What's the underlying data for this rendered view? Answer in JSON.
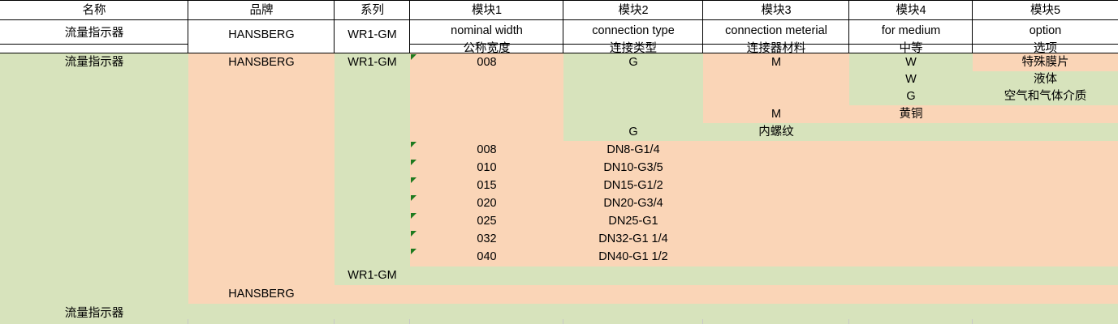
{
  "meta": {
    "app": "spreadsheet",
    "sheet_title": "Flow Indicator Configurator",
    "colors": {
      "green_fill": "#d7e3bc",
      "peach_fill": "#fad5b7",
      "grid_line": "#000000",
      "faint_grid": "#c8c8c8",
      "comment_marker": "#1f7a1f",
      "text": "#000000",
      "background": "#ffffff"
    }
  },
  "header": {
    "row1": [
      {
        "label": "名称"
      },
      {
        "label": "品牌"
      },
      {
        "label": "系列"
      },
      {
        "label": "模块1"
      },
      {
        "label": "模块2"
      },
      {
        "label": "模块3"
      },
      {
        "label": "模块4"
      },
      {
        "label": "模块5"
      }
    ],
    "row2": [
      {
        "label": "流量指示器"
      },
      {
        "label": "HANSBERG"
      },
      {
        "label": "WR1-GM"
      },
      {
        "label": "nominal width"
      },
      {
        "label": "connection type"
      },
      {
        "label": "connection  meterial"
      },
      {
        "label": "for medium"
      },
      {
        "label": "option"
      }
    ],
    "row3": [
      {
        "label": ""
      },
      {
        "label": ""
      },
      {
        "label": ""
      },
      {
        "label": "公称宽度"
      },
      {
        "label": "连接类型"
      },
      {
        "label": "连接器材料"
      },
      {
        "label": "中等"
      },
      {
        "label": "选项"
      }
    ]
  },
  "selection": {
    "name": "流量指示器",
    "brand": "HANSBERG",
    "series": "WR1-GM",
    "nominal_width": "008",
    "connection_type": "G",
    "connection_material": "M",
    "for_medium": "W",
    "option": "特殊膜片"
  },
  "medium_options": [
    {
      "code": "W",
      "label": "液体"
    },
    {
      "code": "G",
      "label": "空气和气体介质"
    }
  ],
  "material_options": [
    {
      "code": "M",
      "label": "黄铜"
    }
  ],
  "connection_options": [
    {
      "code": "G",
      "label": "内螺纹"
    }
  ],
  "size_table": {
    "columns": [
      "nominal_width",
      "designation"
    ],
    "rows": [
      {
        "nominal_width": "008",
        "designation": "DN8-G1/4",
        "comment": true
      },
      {
        "nominal_width": "010",
        "designation": "DN10-G3/5",
        "comment": true
      },
      {
        "nominal_width": "015",
        "designation": "DN15-G1/2",
        "comment": true
      },
      {
        "nominal_width": "020",
        "designation": "DN20-G3/4",
        "comment": true
      },
      {
        "nominal_width": "025",
        "designation": "DN25-G1",
        "comment": true
      },
      {
        "nominal_width": "032",
        "designation": "DN32-G1 1/4",
        "comment": true
      },
      {
        "nominal_width": "040",
        "designation": "DN40-G1 1/2",
        "comment": true
      }
    ]
  },
  "footer": {
    "series": "WR1-GM",
    "brand": "HANSBERG",
    "name": "流量指示器"
  }
}
